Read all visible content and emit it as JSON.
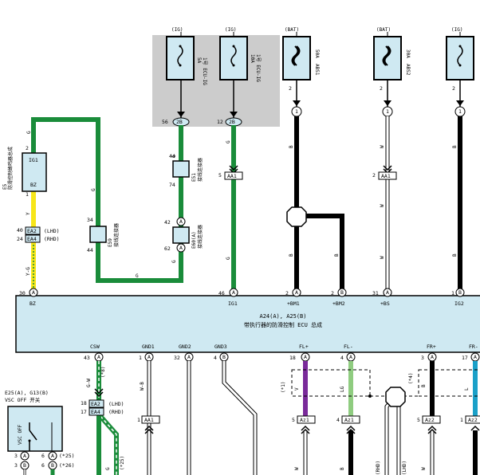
{
  "fuses": [
    {
      "source": "(IG)",
      "rating": "5A",
      "name": "1号 ECU-IG",
      "pin_top": "",
      "pin_conn": "56",
      "conn": "2B"
    },
    {
      "source": "(IG)",
      "rating": "10A",
      "name": "1号 ECU-IG",
      "pin_top": "",
      "pin_conn": "12",
      "conn": "2B"
    },
    {
      "source": "(BAT)",
      "rating": "50A",
      "name": "ABS1",
      "pin_top": "2",
      "pin_conn": "",
      "conn": "1"
    },
    {
      "source": "(BAT)",
      "rating": "30A",
      "name": "ABS2",
      "pin_top": "2",
      "pin_conn": "",
      "conn": "1"
    },
    {
      "source": "(IG)",
      "rating": "",
      "name": "",
      "pin_top": "2",
      "pin_conn": "",
      "conn": "1"
    }
  ],
  "sensor": {
    "code": "E5",
    "name": "防滑控制蜂鸣器总成",
    "pin_ig1": "IG1",
    "pin_bz": "BZ",
    "pin_num_top": "2",
    "pin_num_bottom": "1"
  },
  "connectors": {
    "left_joint": {
      "top": "40",
      "bottom": "24",
      "code_top": "EA2",
      "code_bottom": "EA4",
      "note_top": "(LHD)",
      "note_bottom": "(RHD)"
    },
    "e59": {
      "code": "E59",
      "desc": "接线连接器",
      "top": "34",
      "bottom": "44"
    },
    "e51": {
      "code": "E51",
      "desc": "接线连接器",
      "top": "44",
      "bottom": "74"
    },
    "e60": {
      "code": "E60(A)",
      "desc": "接线连接器",
      "top": "42",
      "bottom": "62",
      "pin": "A"
    },
    "aa1_green": {
      "code": "AA1",
      "pin": "5"
    },
    "aa1_white": {
      "code": "AA1",
      "pin": "2"
    }
  },
  "wire_colors": {
    "g": "G",
    "b": "B",
    "w": "W",
    "y": "Y",
    "yg": "Y-G",
    "v": "V",
    "lg": "LG",
    "l": "L",
    "wb": "W-B",
    "gw": "G-W"
  },
  "ecu": {
    "title": "A24(A), A25(B)",
    "subtitle": "带执行器的防滑控制 ECU 总成",
    "top_pins": [
      {
        "num": "30",
        "conn": "A",
        "label": "BZ"
      },
      {
        "num": "46",
        "conn": "A",
        "label": "IG1"
      },
      {
        "num": "2",
        "conn": "A",
        "label": "+BM1"
      },
      {
        "num": "2",
        "conn": "B",
        "label": "+BM2"
      },
      {
        "num": "31",
        "conn": "A",
        "label": "+BS"
      },
      {
        "num": "1",
        "conn": "B",
        "label": "IG2"
      }
    ],
    "bottom_pins": [
      {
        "num": "43",
        "conn": "A",
        "label": "CSW"
      },
      {
        "num": "1",
        "conn": "A",
        "label": "GND1"
      },
      {
        "num": "32",
        "conn": "A",
        "label": "GND2"
      },
      {
        "num": "4",
        "conn": "B",
        "label": "GND3"
      },
      {
        "num": "18",
        "conn": "A",
        "label": "FL+"
      },
      {
        "num": "4",
        "conn": "A",
        "label": "FL-"
      },
      {
        "num": "3",
        "conn": "A",
        "label": "FR+"
      },
      {
        "num": "17",
        "conn": "A",
        "label": "FR-"
      }
    ]
  },
  "vsc_switch": {
    "code": "E25(A), G13(B)",
    "name": "VSC OFF 开关",
    "label": "VSC OFF",
    "pins": [
      {
        "num": "3",
        "conn": "A",
        "num2": "6",
        "conn2": "A",
        "note": "(*25)"
      },
      {
        "num": "3",
        "conn": "B",
        "num2": "6",
        "conn2": "B",
        "note": "(*26)"
      }
    ]
  },
  "bottom_connectors": {
    "csw": {
      "top": "18",
      "bottom": "17",
      "code_top": "EA2",
      "code_bottom": "EA4",
      "note_top": "(LHD)",
      "note_bottom": "(RHD)",
      "wire_note": "(*8)"
    },
    "aa1_gnd": {
      "pin": "1",
      "code": "AA1"
    },
    "az1_a": {
      "pin": "5",
      "code": "Az1"
    },
    "az1_b": {
      "pin": "4",
      "code": "Az1"
    },
    "az2_a": {
      "pin": "5",
      "code": "Az2"
    },
    "az2_b": {
      "pin": "1",
      "code": "Az2"
    }
  },
  "notes": {
    "star1": "(*1)",
    "star4": "(*4)",
    "rhd": "(RHD)",
    "lhd": "(LHD)",
    "star25": "(*25)"
  }
}
